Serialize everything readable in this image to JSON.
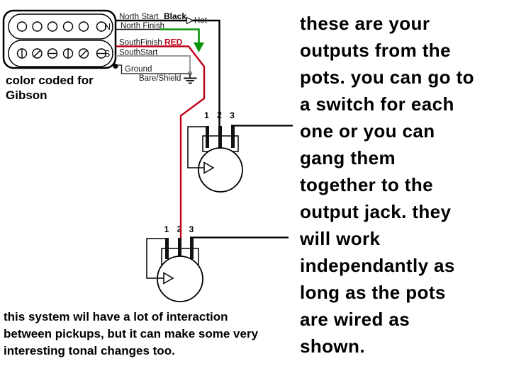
{
  "pickup": {
    "coil_north_label": "N",
    "coil_south_label": "S",
    "caption_lines": [
      "color coded for",
      "Gibson"
    ]
  },
  "wire_labels": {
    "north_start": "North Start",
    "north_finish": "North Finish",
    "south_finish": "SouthFinish",
    "south_start": "SouthStart",
    "ground": "Ground",
    "bare_shield": "Bare/Shield",
    "black": "Black",
    "red": "RED",
    "hot": "Hot"
  },
  "pot_terminals": [
    "1",
    "2",
    "3"
  ],
  "notes": {
    "right_lines": [
      "these are your",
      "outputs from the",
      "pots. you can go to",
      "a switch for each",
      "one or you can",
      "gang them",
      "together to the",
      "output jack. they",
      "will work",
      "independantly as",
      "long as the pots",
      "are wired as",
      "shown."
    ],
    "bottom_lines": [
      "this system wil have a lot of interaction",
      "between pickups, but it can make some very",
      "interesting tonal changes too."
    ]
  },
  "colors": {
    "hot_wire": "#000000",
    "red_wire": "#c00018",
    "green_wire": "#0a930a",
    "shield_wire": "#999999"
  }
}
